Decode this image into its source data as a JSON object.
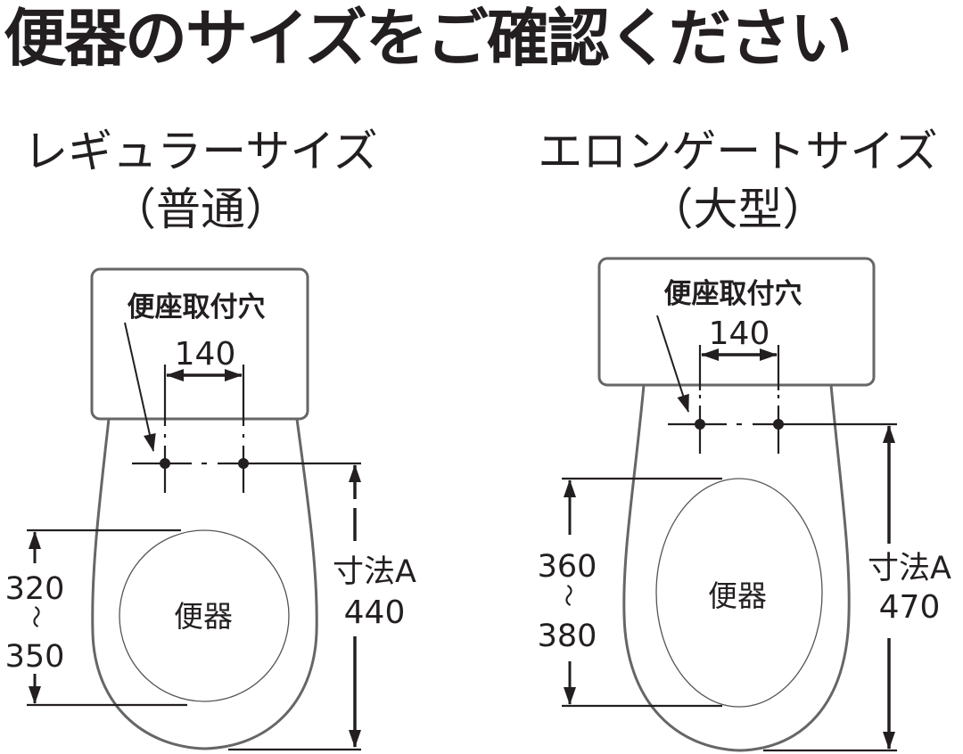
{
  "title": "便器のサイズをご確認ください",
  "regular": {
    "heading": "レギュラーサイズ",
    "subheading": "（普通）",
    "mount_hole_label": "便座取付穴",
    "hole_spacing": "140",
    "bowl_label": "便器",
    "bowl_length_min": "320",
    "bowl_length_sep": "～",
    "bowl_length_max": "350",
    "dimension_a_label": "寸法A",
    "dimension_a_value": "440"
  },
  "elongated": {
    "heading": "エロンゲートサイズ",
    "subheading": "（大型）",
    "mount_hole_label": "便座取付穴",
    "hole_spacing": "140",
    "bowl_label": "便器",
    "bowl_length_min": "360",
    "bowl_length_sep": "～",
    "bowl_length_max": "380",
    "dimension_a_label": "寸法A",
    "dimension_a_value": "470"
  },
  "colors": {
    "text": "#231f20",
    "outline": "#666666",
    "dimension": "#231f20"
  }
}
